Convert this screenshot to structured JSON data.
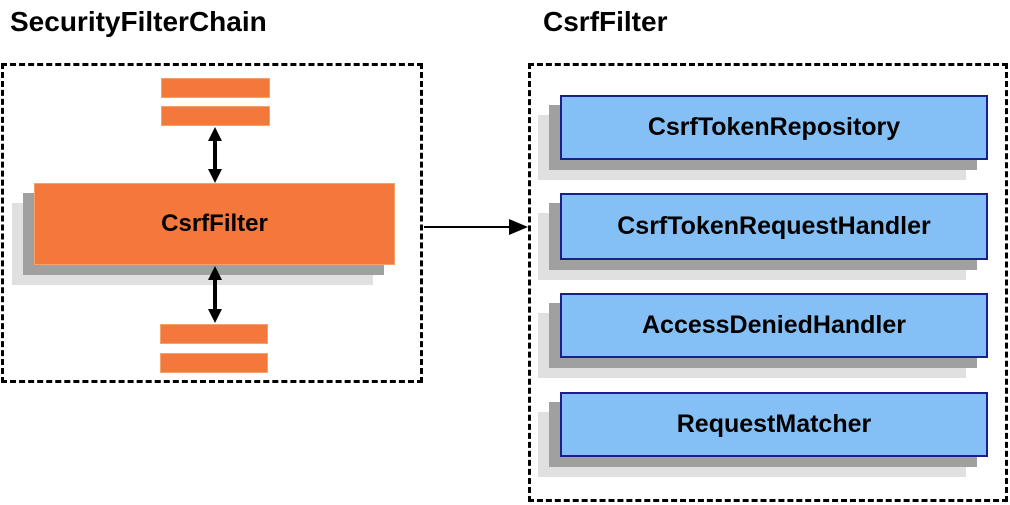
{
  "left_panel": {
    "title": "SecurityFilterChain",
    "filter_box_label": "CsrfFilter"
  },
  "right_panel": {
    "title": "CsrfFilter",
    "components": [
      {
        "label": "CsrfTokenRepository"
      },
      {
        "label": "CsrfTokenRequestHandler"
      },
      {
        "label": "AccessDeniedHandler"
      },
      {
        "label": "RequestMatcher"
      }
    ]
  },
  "colors": {
    "orange_fill": "#F4783B",
    "orange_border": "#F6A06A",
    "blue_fill": "#84C0F5",
    "blue_border": "#1A1F8C",
    "shadow_dark": "#A0A0A0",
    "shadow_light": "#E0E0E0",
    "arrow": "#000000"
  }
}
